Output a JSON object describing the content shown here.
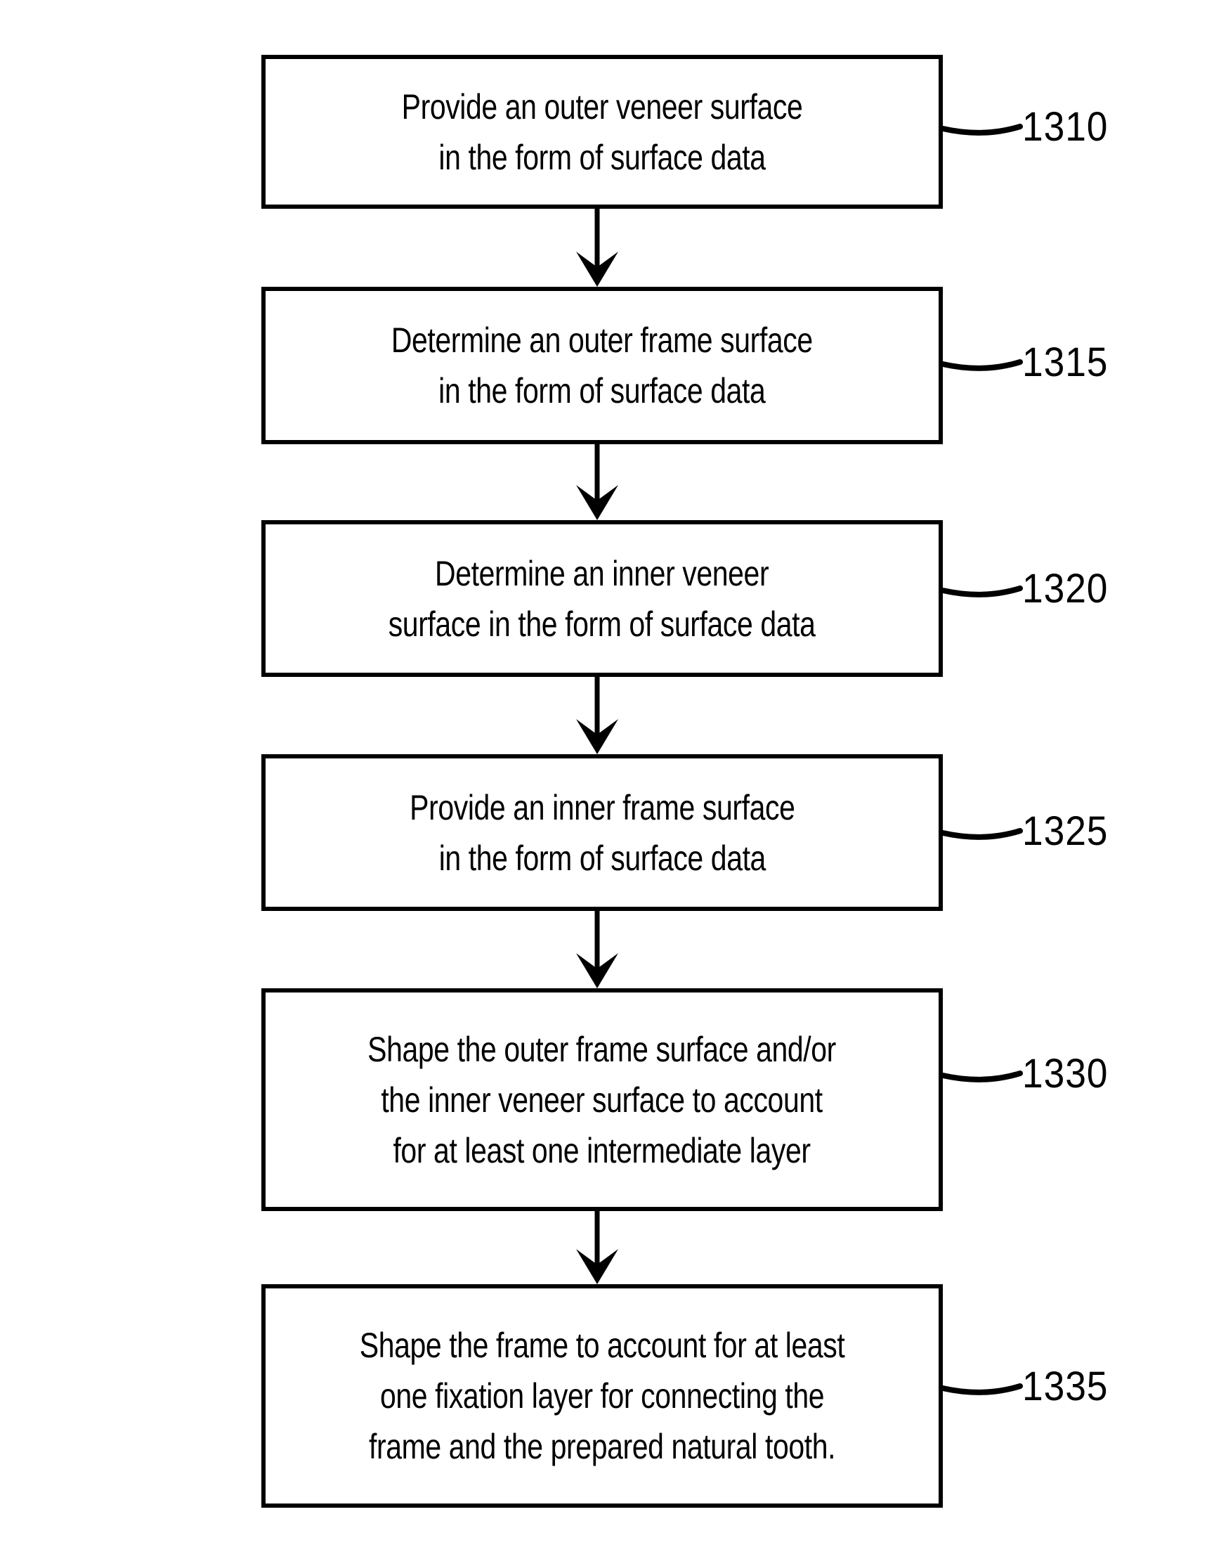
{
  "figure": {
    "type": "flowchart",
    "orientation": "vertical",
    "background_color": "#ffffff",
    "line_color": "#000000",
    "box_fill": "#ffffff"
  },
  "nodes": [
    {
      "id": "step-1310",
      "ref": "1310",
      "text": "Provide an outer veneer surface\nin the form of surface data",
      "lines": [
        "Provide an outer veneer surface",
        "in the form of surface data"
      ]
    },
    {
      "id": "step-1315",
      "ref": "1315",
      "text": "Determine an outer frame surface\nin the form of surface data",
      "lines": [
        "Determine an outer frame surface",
        "in the form of surface data"
      ]
    },
    {
      "id": "step-1320",
      "ref": "1320",
      "text": "Determine an inner veneer\nsurface in the form of surface data",
      "lines": [
        "Determine an inner veneer",
        "surface in the form of surface data"
      ]
    },
    {
      "id": "step-1325",
      "ref": "1325",
      "text": "Provide an inner frame surface\nin the form of surface data",
      "lines": [
        "Provide an inner frame surface",
        "in the form of surface data"
      ]
    },
    {
      "id": "step-1330",
      "ref": "1330",
      "text": "Shape the outer frame surface and/or\nthe inner veneer surface to account\nfor at least one intermediate layer",
      "lines": [
        "Shape the outer frame surface and/or",
        "the inner veneer surface to account",
        "for at least one intermediate layer"
      ]
    },
    {
      "id": "step-1335",
      "ref": "1335",
      "text": "Shape the frame to account for at least\none fixation layer for connecting the\nframe and the prepared natural tooth.",
      "lines": [
        "Shape the frame to account for at least",
        "one fixation layer for connecting the",
        "frame and the prepared natural tooth."
      ]
    }
  ],
  "connectors": [
    {
      "from": "step-1310",
      "to": "step-1315",
      "arrow": "down"
    },
    {
      "from": "step-1315",
      "to": "step-1320",
      "arrow": "down"
    },
    {
      "from": "step-1320",
      "to": "step-1325",
      "arrow": "down"
    },
    {
      "from": "step-1325",
      "to": "step-1330",
      "arrow": "down"
    },
    {
      "from": "step-1330",
      "to": "step-1335",
      "arrow": "down"
    }
  ]
}
